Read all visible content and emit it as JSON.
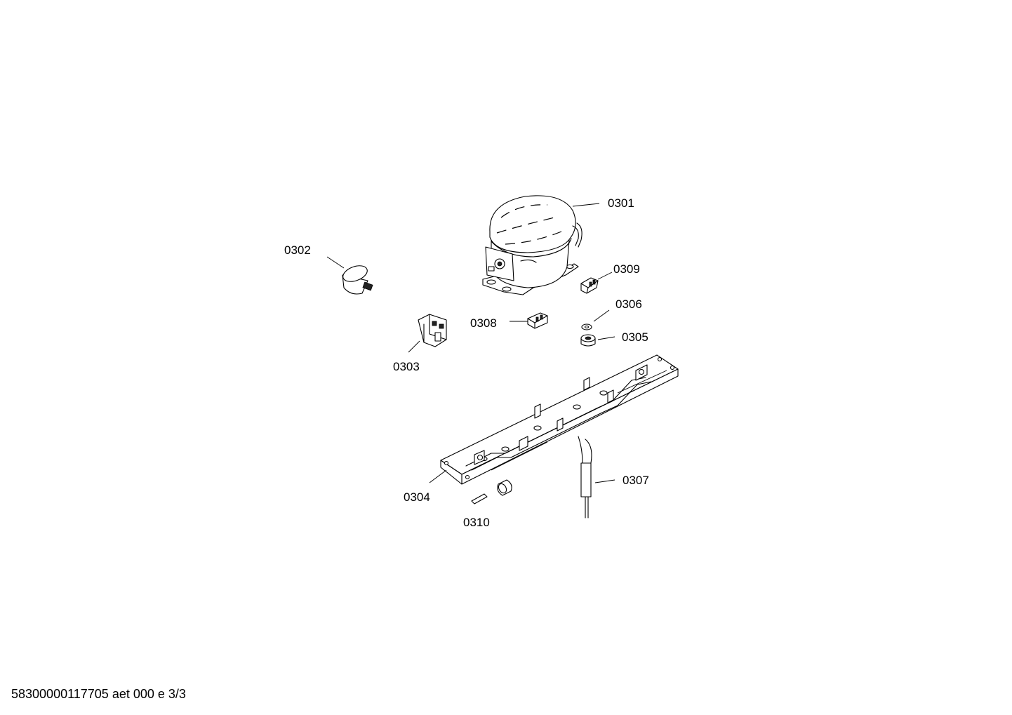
{
  "footer": {
    "document_id": "58300000117705 aet 000 e 3/3"
  },
  "parts": [
    {
      "number": "0301"
    },
    {
      "number": "0302"
    },
    {
      "number": "0303"
    },
    {
      "number": "0304"
    },
    {
      "number": "0305"
    },
    {
      "number": "0306"
    },
    {
      "number": "0307"
    },
    {
      "number": "0308"
    },
    {
      "number": "0309"
    },
    {
      "number": "0310"
    }
  ]
}
